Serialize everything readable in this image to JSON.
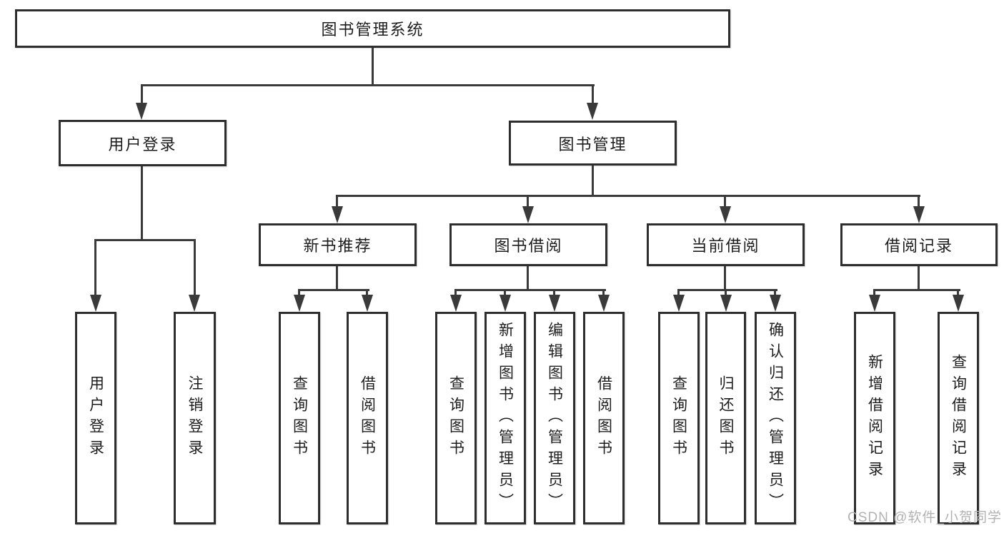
{
  "diagram_type": "hierarchy-tree",
  "colors": {
    "background": "#ffffff",
    "line": "#3a3a3a",
    "box_border": "#2e2e2e",
    "text": "#1d1d1d",
    "watermark": "#b2b2b2"
  },
  "tree": {
    "label": "图书管理系统",
    "children": [
      {
        "label": "用户登录",
        "children": [
          {
            "label": "用户登录"
          },
          {
            "label": "注销登录"
          }
        ]
      },
      {
        "label": "图书管理",
        "children": [
          {
            "label": "新书推荐",
            "children": [
              {
                "label": "查询图书"
              },
              {
                "label": "借阅图书"
              }
            ]
          },
          {
            "label": "图书借阅",
            "children": [
              {
                "label": "查询图书"
              },
              {
                "label": "新增图书（管理员）"
              },
              {
                "label": "编辑图书（管理员）"
              },
              {
                "label": "借阅图书"
              }
            ]
          },
          {
            "label": "当前借阅",
            "children": [
              {
                "label": "查询图书"
              },
              {
                "label": "归还图书"
              },
              {
                "label": "确认归还（管理员）"
              }
            ]
          },
          {
            "label": "借阅记录",
            "children": [
              {
                "label": "新增借阅记录"
              },
              {
                "label": "查询借阅记录"
              }
            ]
          }
        ]
      }
    ]
  },
  "watermark": {
    "text": "CSDN @软件_小贺同学"
  }
}
